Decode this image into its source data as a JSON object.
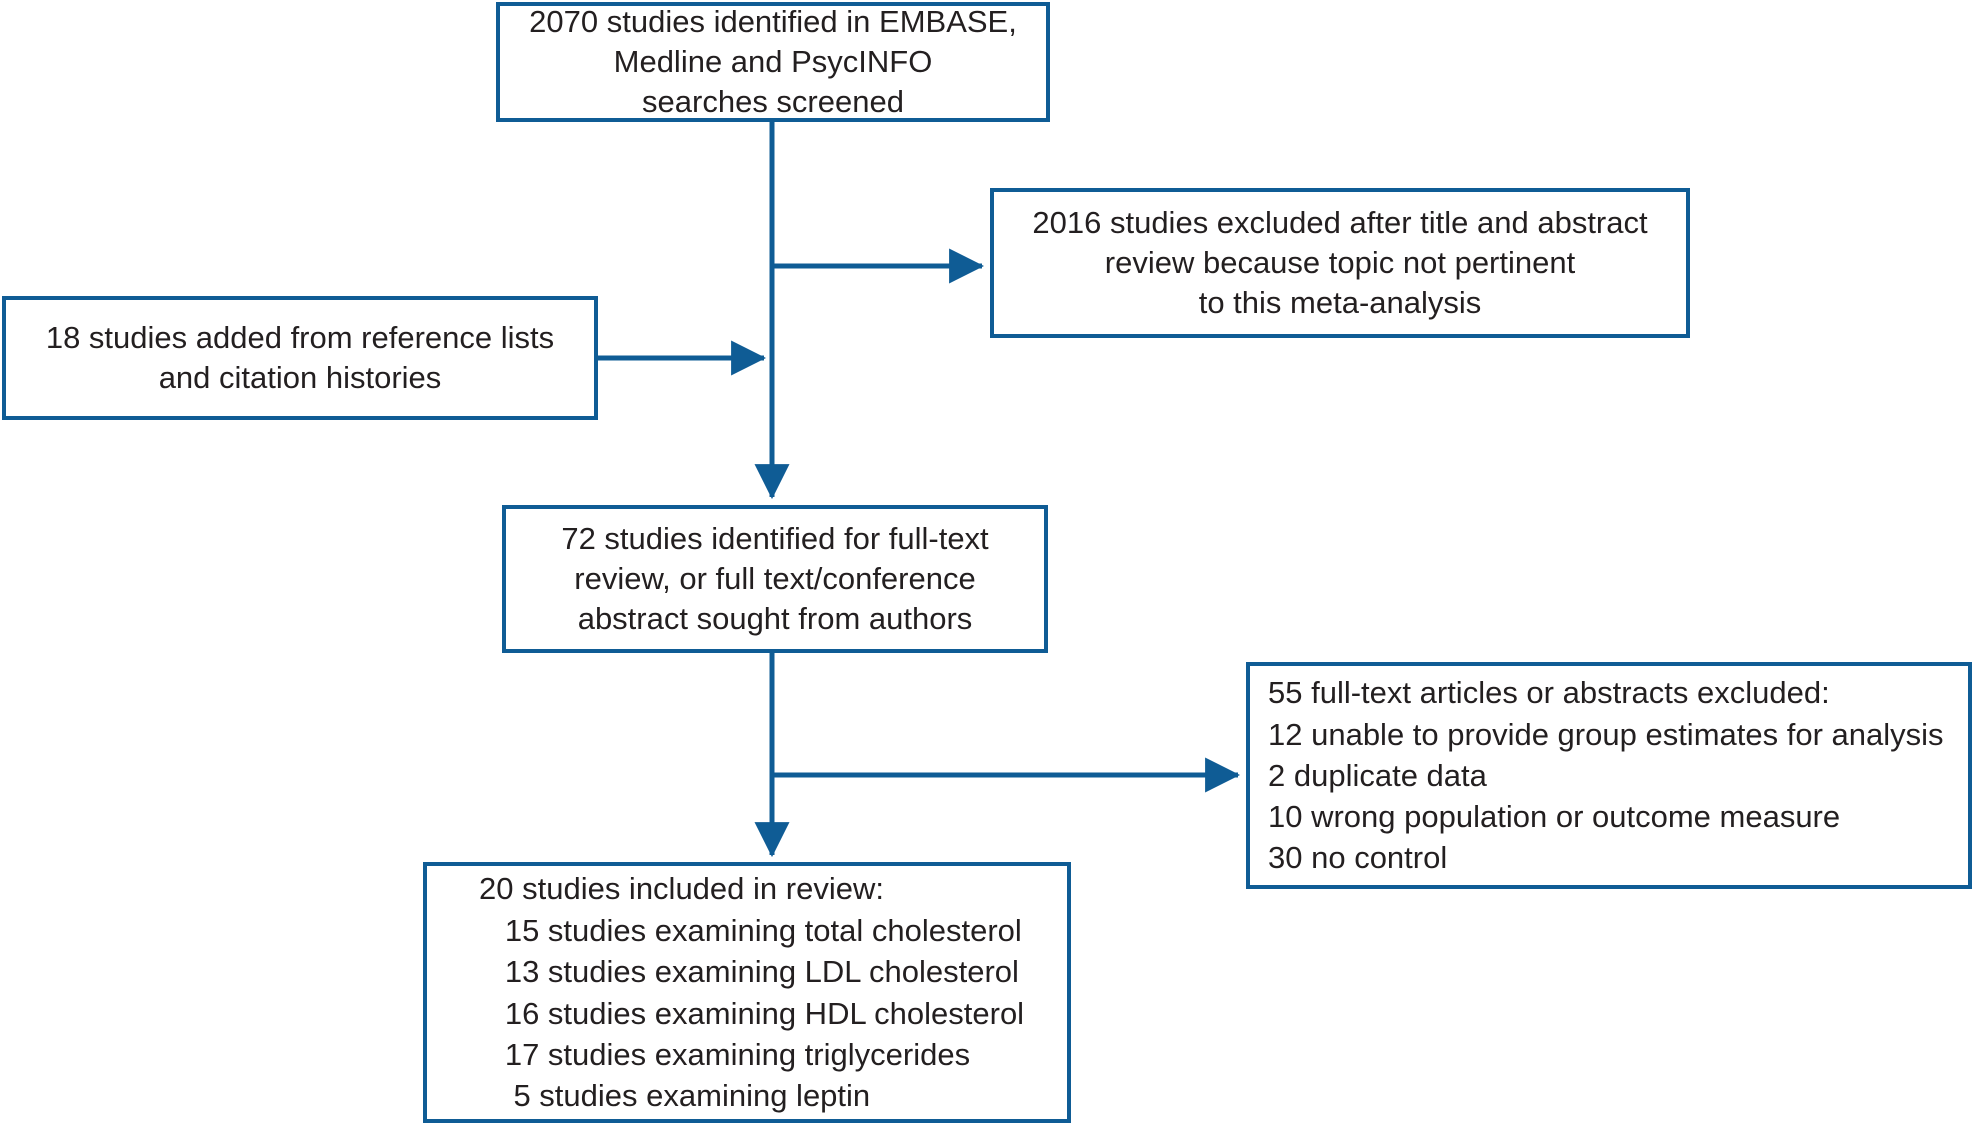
{
  "diagram": {
    "type": "prisma-flow-diagram",
    "accent_color": "#0f5c95",
    "text_color": "#231f20",
    "background_color": "#ffffff"
  },
  "boxes": {
    "screened": {
      "name": "records-screened",
      "align": "center",
      "lines": [
        "2070 studies identified in EMBASE,",
        "Medline and PsycINFO",
        "searches screened"
      ]
    },
    "excluded_title_abstract": {
      "name": "excluded-title-abstract",
      "align": "center",
      "lines": [
        "2016 studies excluded after title and abstract",
        "review because topic not pertinent",
        "to this meta-analysis"
      ]
    },
    "added_from_references": {
      "name": "added-from-references",
      "align": "center",
      "lines": [
        "18 studies added from reference lists",
        "and citation histories"
      ]
    },
    "fulltext_review": {
      "name": "full-text-review",
      "align": "center",
      "lines": [
        "72 studies identified for full-text",
        "review, or full text/conference",
        "abstract sought from authors"
      ]
    },
    "excluded_fulltext": {
      "name": "excluded-full-text",
      "align": "left",
      "lines": [
        "55 full-text articles or abstracts excluded:",
        "12 unable to provide group estimates for analysis",
        "2 duplicate data",
        "10 wrong population or outcome measure",
        "30 no control"
      ]
    },
    "included_in_review": {
      "name": "included-in-review",
      "align": "left",
      "lines": [
        "20 studies included in review:",
        "   15 studies examining total cholesterol",
        "   13 studies examining LDL cholesterol",
        "   16 studies examining HDL cholesterol",
        "   17 studies examining triglycerides",
        "    5 studies examining leptin"
      ]
    }
  },
  "counts": {
    "identified_database": 2070,
    "excluded_title_abstract": 2016,
    "added_from_references": 18,
    "full_text_reviewed": 72,
    "excluded_full_text_total": 55,
    "excluded_no_group_estimates": 12,
    "excluded_duplicate_data": 2,
    "excluded_wrong_population": 10,
    "excluded_no_control": 30,
    "included_total": 20,
    "included_total_cholesterol": 15,
    "included_ldl_cholesterol": 13,
    "included_hdl_cholesterol": 16,
    "included_triglycerides": 17,
    "included_leptin": 5
  }
}
